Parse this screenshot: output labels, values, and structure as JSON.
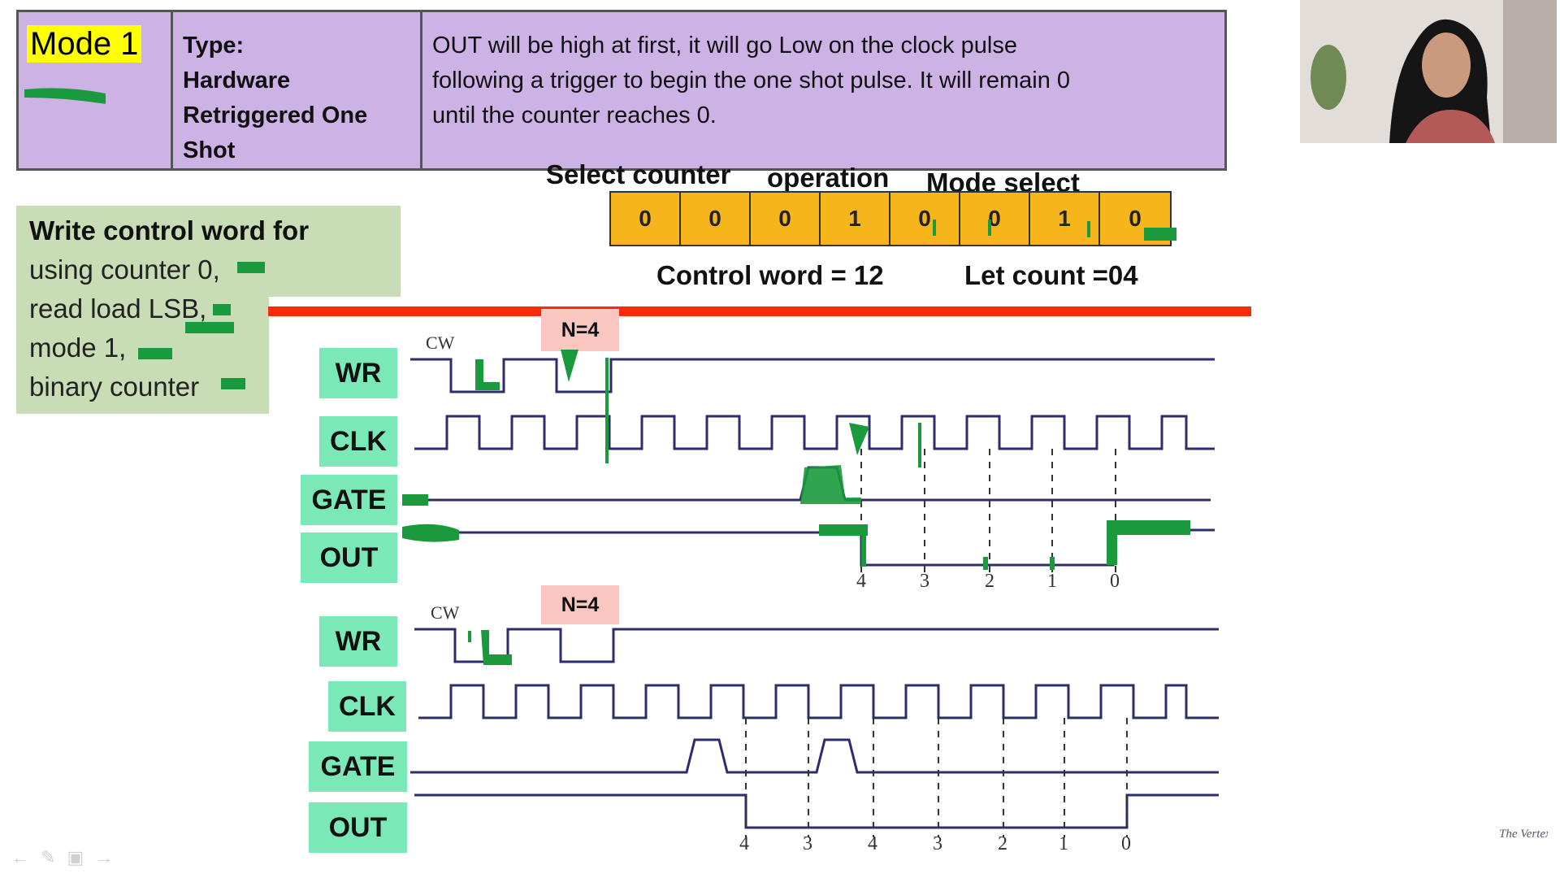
{
  "header": {
    "mode_title": "Mode 1",
    "type_lines": [
      "Type:",
      "Hardware",
      "Retriggered One",
      "Shot"
    ],
    "description_lines": [
      "OUT will be high at first, it will go Low on the clock pulse",
      "following a trigger to begin the one shot pulse. It will remain 0",
      "until the counter reaches 0."
    ]
  },
  "instruction": {
    "lines": [
      "Write control word for",
      "using counter 0,",
      "read load LSB,",
      "mode 1,",
      "binary counter"
    ]
  },
  "control_word": {
    "labels": {
      "select_counter": "Select counter",
      "operation": "operation",
      "mode_select": "Mode select"
    },
    "bits": [
      "0",
      "0",
      "0",
      "1",
      "0",
      "0",
      "1",
      "0"
    ],
    "control_word_text": "Control word = 12",
    "count_text": "Let count =04"
  },
  "diagram_top": {
    "signals": [
      "WR",
      "CLK",
      "GATE",
      "OUT"
    ],
    "cw_label": "CW",
    "n_label": "N=4",
    "count_ticks": [
      "4",
      "3",
      "2",
      "1",
      "0"
    ]
  },
  "diagram_bottom": {
    "signals": [
      "WR",
      "CLK",
      "GATE",
      "OUT"
    ],
    "cw_label": "CW",
    "n_label": "N=4",
    "count_ticks": [
      "4",
      "3",
      "4",
      "3",
      "2",
      "1",
      "0"
    ]
  },
  "colors": {
    "header_bg": "#cdb2e6",
    "signal_label_bg": "#7be8b8",
    "bit_bg": "#f5b51b",
    "red_line": "#ff2a0a",
    "annotation": "#1a9a3c",
    "wave": "#2d2d6e"
  },
  "icons": {
    "nav": [
      "back-icon",
      "pen-icon",
      "screen-icon",
      "forward-icon"
    ],
    "watermark": "The Vertex"
  }
}
